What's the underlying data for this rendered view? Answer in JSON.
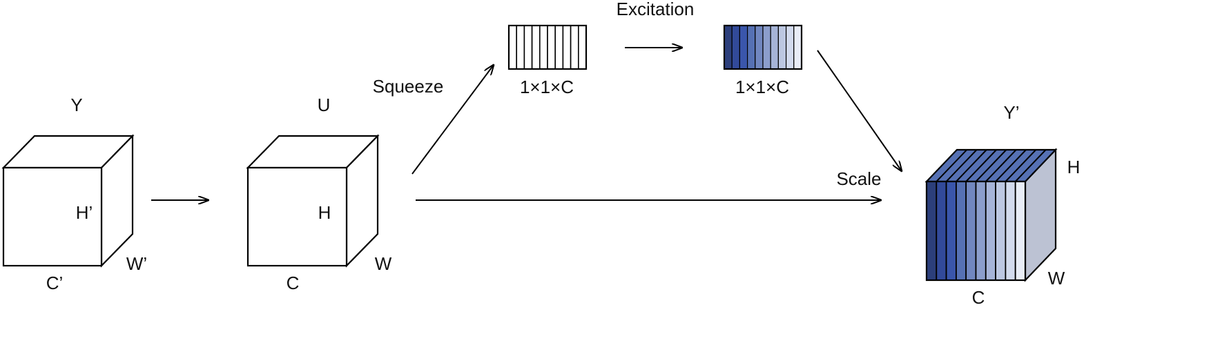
{
  "labels": {
    "input_tensor": "Y",
    "input_height": "H’",
    "input_width": "W’",
    "input_channels": "C’",
    "feature_tensor": "U",
    "feature_height": "H",
    "feature_width": "W",
    "feature_channels": "C",
    "squeeze": "Squeeze",
    "excitation": "Excitation",
    "squeeze_vector_shape": "1×1×C",
    "excitation_vector_shape": "1×1×C",
    "scale": "Scale",
    "output_tensor": "Y’",
    "output_height": "H",
    "output_width": "W",
    "output_channels": "C"
  },
  "colors": {
    "line": "#000000",
    "squeeze_vector_fill": "#ffffff",
    "channel_weights": [
      "#2c3f7b",
      "#324a9a",
      "#3a56ab",
      "#5671b4",
      "#7187c0",
      "#8c9ecc",
      "#a6b4d8",
      "#bdc8e2",
      "#d3dbee",
      "#e9edf7"
    ],
    "output_top_face": "#5671b4",
    "output_side_face": "#bcc2d3"
  }
}
